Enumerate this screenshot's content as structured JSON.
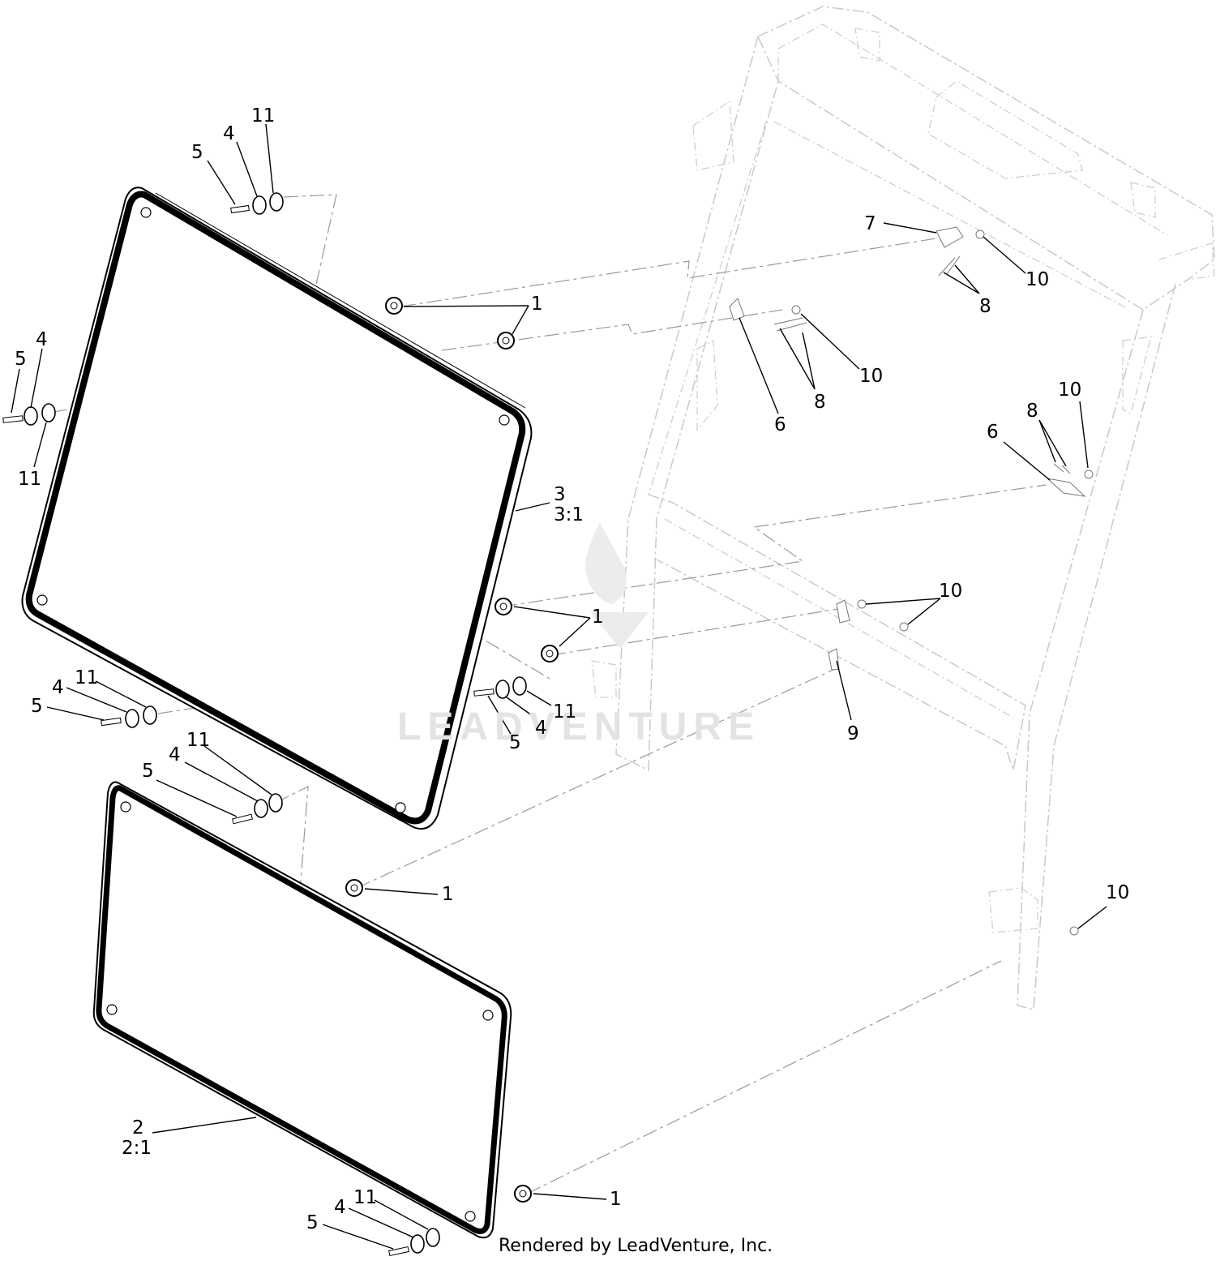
{
  "diagram": {
    "callouts": {
      "c1": "1",
      "c2": "2",
      "c2s": "2:1",
      "c3": "3",
      "c3s": "3:1",
      "c4": "4",
      "c5": "5",
      "c6": "6",
      "c7": "7",
      "c8": "8",
      "c9": "9",
      "c10": "10",
      "c11": "11"
    },
    "watermark": "LEADVENTURE",
    "footer": "Rendered by LeadVenture, Inc."
  }
}
